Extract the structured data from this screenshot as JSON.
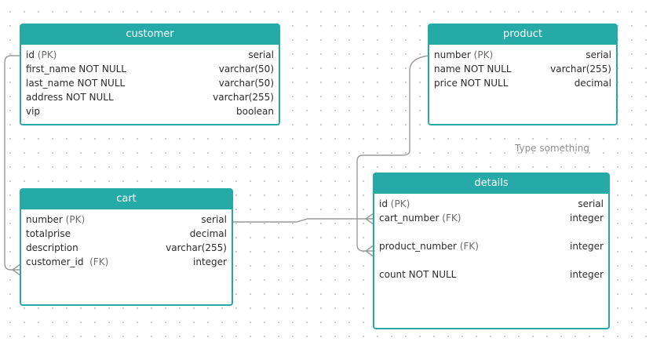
{
  "tables": {
    "customer": {
      "title": "customer",
      "rows": [
        {
          "name": "id",
          "key": "(PK)",
          "type": "serial"
        },
        {
          "name": "first_name NOT NULL",
          "key": "",
          "type": "varchar(50)"
        },
        {
          "name": "last_name NOT NULL",
          "key": "",
          "type": "varchar(50)"
        },
        {
          "name": "address NOT NULL",
          "key": "",
          "type": "varchar(255)"
        },
        {
          "name": "vip",
          "key": "",
          "type": "boolean"
        }
      ]
    },
    "product": {
      "title": "product",
      "rows": [
        {
          "name": "number",
          "key": "(PK)",
          "type": "serial"
        },
        {
          "name": "name NOT NULL",
          "key": "",
          "type": "varchar(255)"
        },
        {
          "name": "price NOT NULL",
          "key": "",
          "type": "decimal"
        }
      ]
    },
    "cart": {
      "title": "cart",
      "rows": [
        {
          "name": "number",
          "key": "(PK)",
          "type": "serial"
        },
        {
          "name": "totalprise",
          "key": "",
          "type": "decimal"
        },
        {
          "name": "description",
          "key": "",
          "type": "varchar(255)"
        },
        {
          "name": "customer_id",
          "key": "(FK)",
          "type": "integer"
        }
      ]
    },
    "details": {
      "title": "details",
      "rows": [
        {
          "name": "id",
          "key": "(PK)",
          "type": "serial"
        },
        {
          "name": "cart_number",
          "key": "(FK)",
          "type": "integer"
        },
        {
          "name": "product_number",
          "key": "(FK)",
          "type": "integer"
        },
        {
          "name": "count NOT NULL",
          "key": "",
          "type": "integer"
        }
      ]
    }
  },
  "note": "Type something",
  "colors": {
    "accent": "#26aaa8",
    "connector": "#9a9a9a"
  }
}
